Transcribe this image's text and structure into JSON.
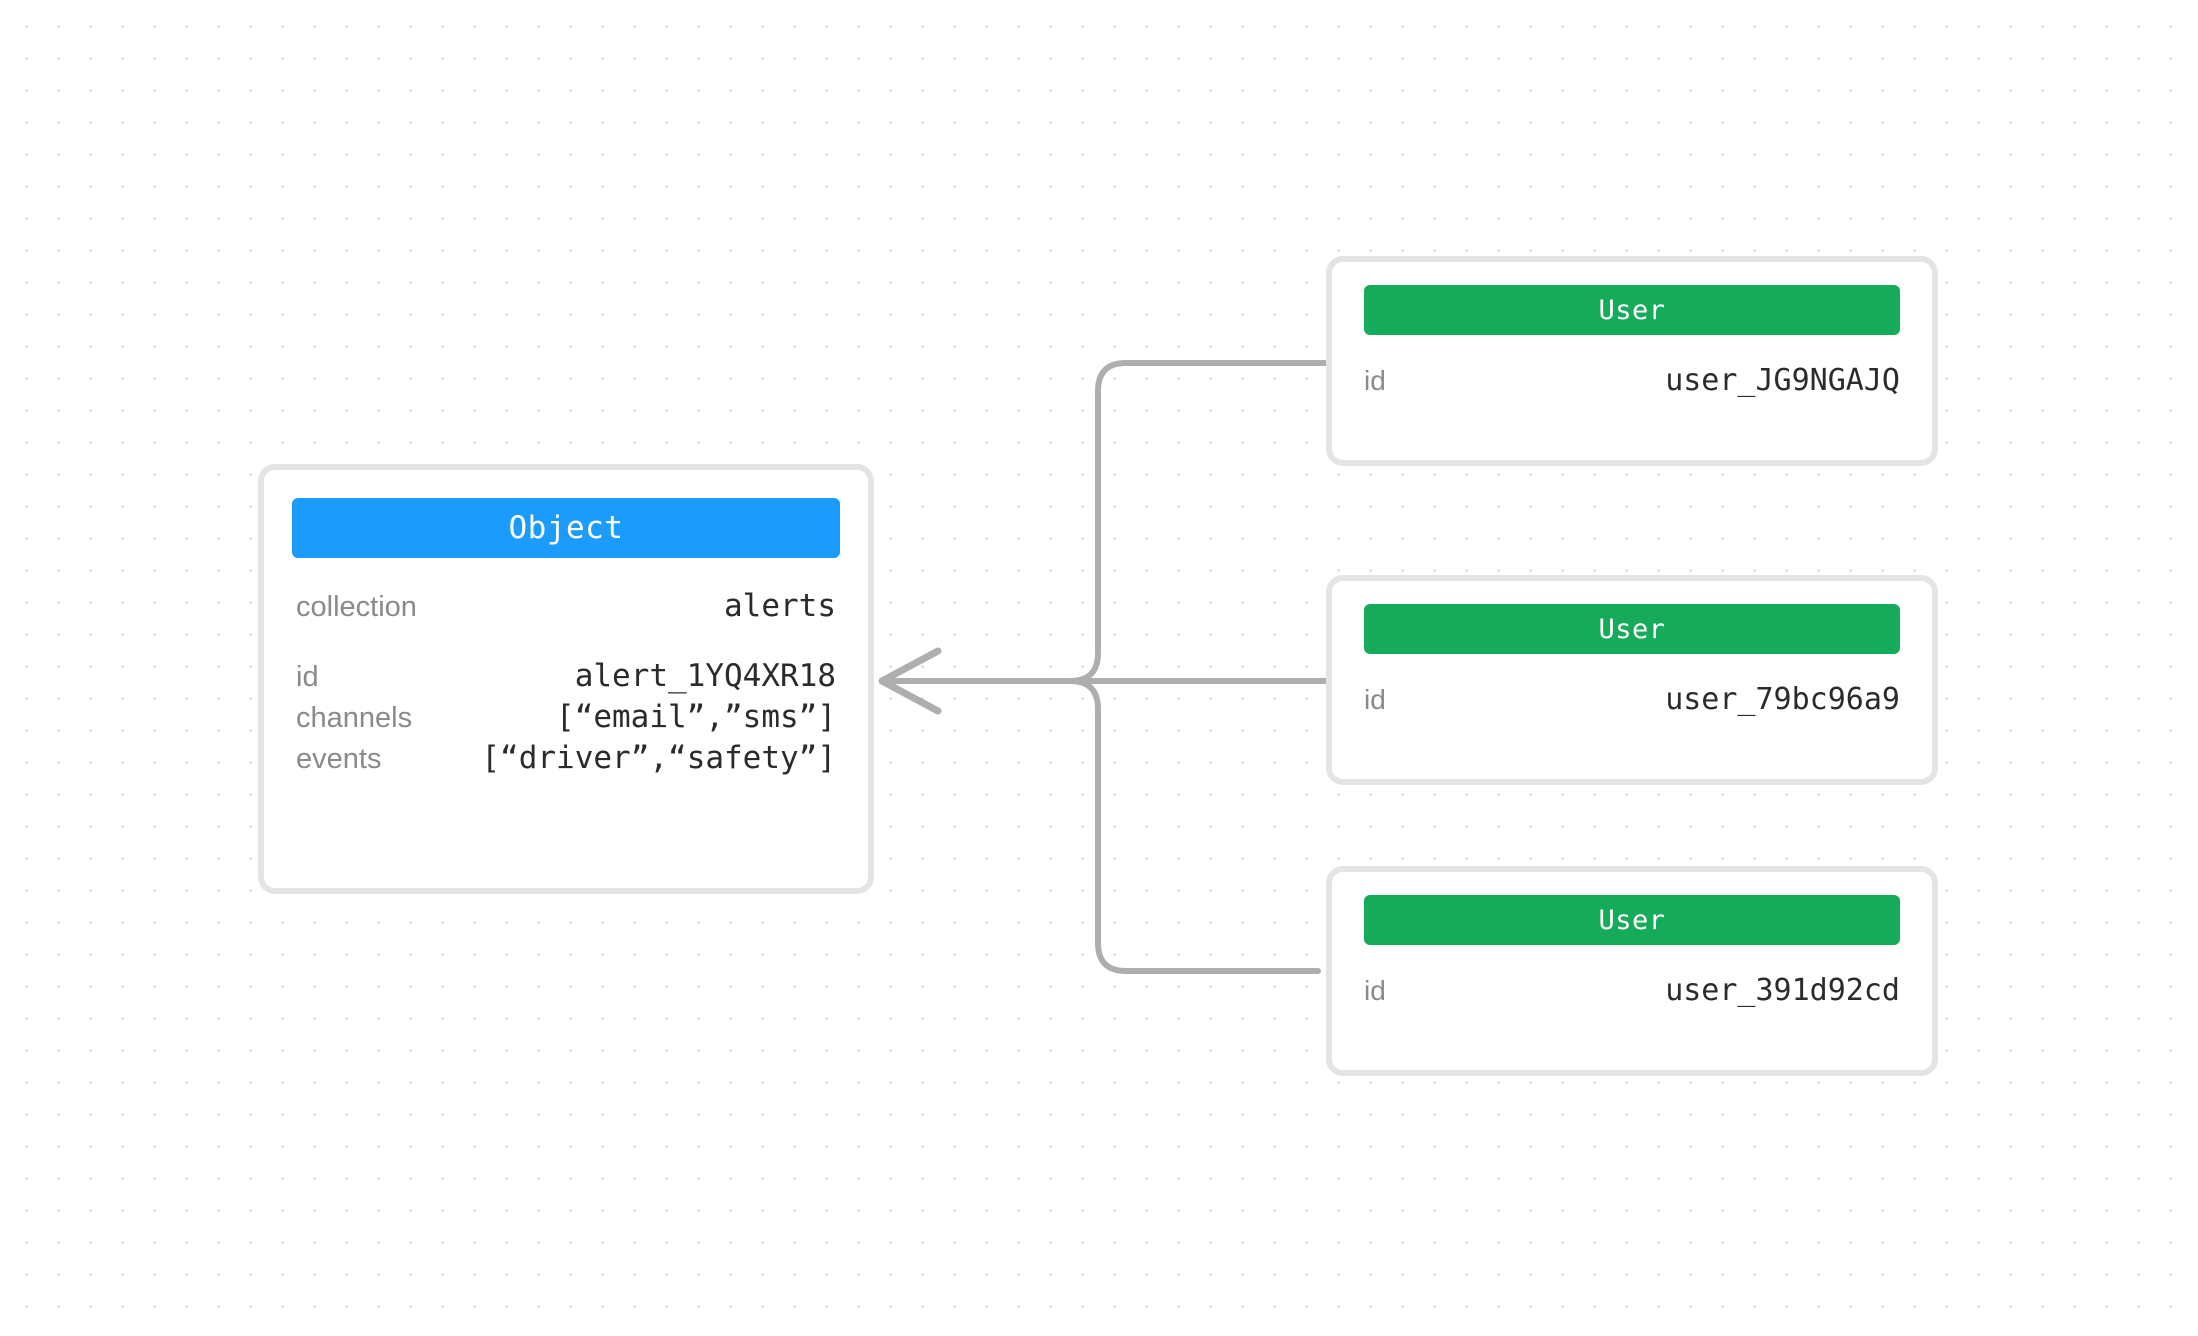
{
  "canvas": {
    "background_color": "#ffffff",
    "dot_color": "#e3e3e3",
    "connector_color": "#aeaeae",
    "card_border_color": "#e4e4e4"
  },
  "object_node": {
    "type_label": "Object",
    "accent_color": "#1b9bfc",
    "primary_fields": [
      {
        "label": "collection",
        "value": "alerts"
      }
    ],
    "fields": [
      {
        "label": "id",
        "value": "alert_1YQ4XR18"
      },
      {
        "label": "channels",
        "value": "[“email”,”sms”]"
      },
      {
        "label": "events",
        "value": "[“driver”,“safety”]"
      }
    ]
  },
  "user_nodes": [
    {
      "type_label": "User",
      "accent_color": "#16ab5a",
      "fields": [
        {
          "label": "id",
          "value": "user_JG9NGAJQ"
        }
      ]
    },
    {
      "type_label": "User",
      "accent_color": "#16ab5a",
      "fields": [
        {
          "label": "id",
          "value": "user_79bc96a9"
        }
      ]
    },
    {
      "type_label": "User",
      "accent_color": "#16ab5a",
      "fields": [
        {
          "label": "id",
          "value": "user_391d92cd"
        }
      ]
    }
  ],
  "connectors": [
    {
      "from": "user_node_0",
      "to": "object_node",
      "arrow": "to-object"
    },
    {
      "from": "user_node_1",
      "to": "object_node",
      "arrow": "to-object"
    },
    {
      "from": "user_node_2",
      "to": "object_node",
      "arrow": "to-object"
    }
  ]
}
